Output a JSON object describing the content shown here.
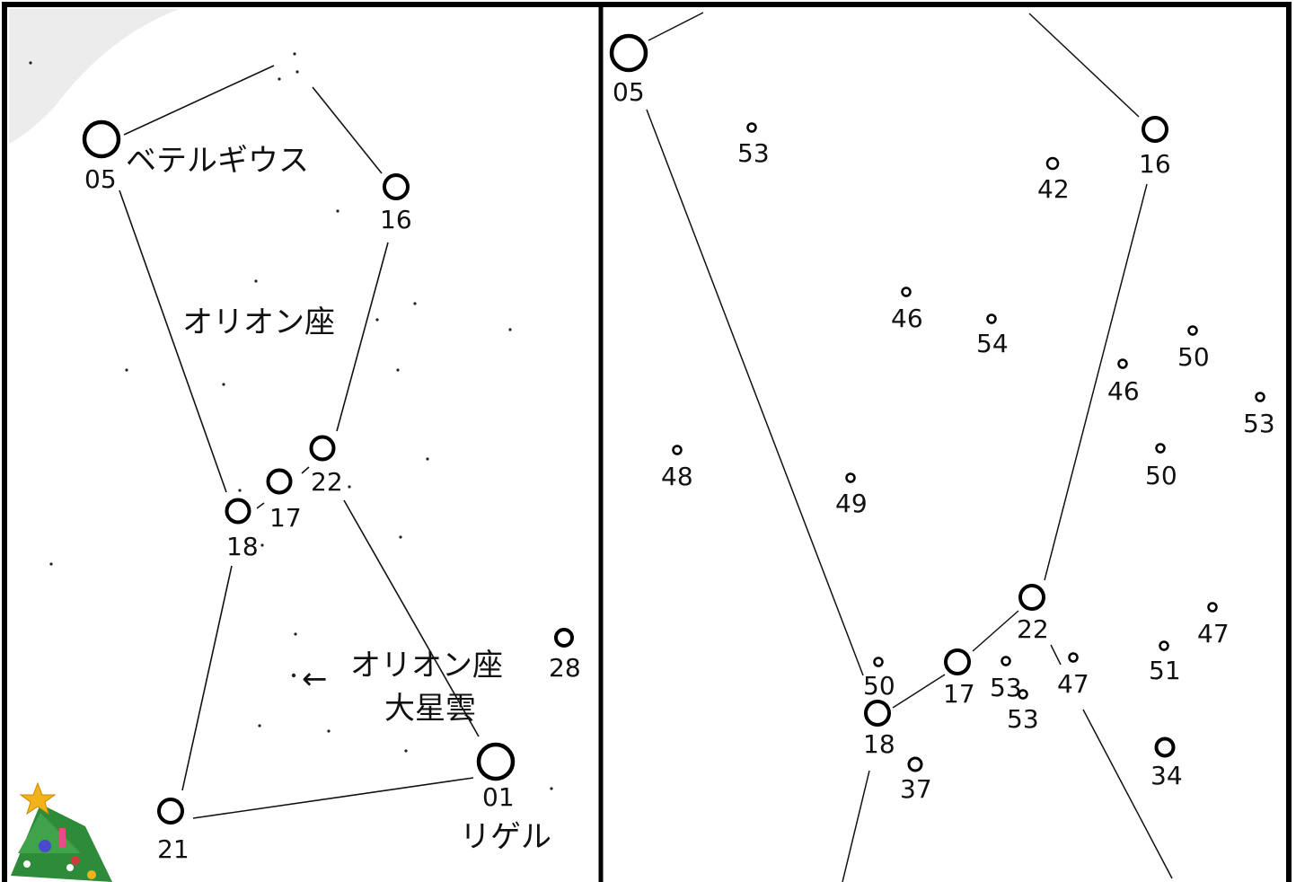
{
  "left_panel": {
    "names": {
      "betelgeuse": "ベテルギウス",
      "constellation": "オリオン座",
      "nebula_line1": "オリオン座",
      "nebula_line2": "大星雲",
      "nebula_arrow": "←",
      "rigel": "リゲル"
    },
    "stars": [
      {
        "id": "betelgeuse",
        "label": "05"
      },
      {
        "id": "bellatrix",
        "label": "16"
      },
      {
        "id": "mintaka",
        "label": "22"
      },
      {
        "id": "alnilam",
        "label": "17"
      },
      {
        "id": "alnitak",
        "label": "18"
      },
      {
        "id": "saiph",
        "label": "21"
      },
      {
        "id": "rigel",
        "label": "01"
      },
      {
        "id": "star-28",
        "label": "28"
      }
    ]
  },
  "right_panel": {
    "stars": [
      {
        "id": "betelgeuse",
        "label": "05"
      },
      {
        "id": "bellatrix",
        "label": "16"
      },
      {
        "id": "s42",
        "label": "42"
      },
      {
        "id": "s53a",
        "label": "53"
      },
      {
        "id": "s46a",
        "label": "46"
      },
      {
        "id": "s54",
        "label": "54"
      },
      {
        "id": "s50a",
        "label": "50"
      },
      {
        "id": "s46b",
        "label": "46"
      },
      {
        "id": "s53b",
        "label": "53"
      },
      {
        "id": "s48",
        "label": "48"
      },
      {
        "id": "s49",
        "label": "49"
      },
      {
        "id": "s50b",
        "label": "50"
      },
      {
        "id": "mintaka",
        "label": "22"
      },
      {
        "id": "s47a",
        "label": "47"
      },
      {
        "id": "alnilam",
        "label": "17"
      },
      {
        "id": "s53c",
        "label": "53"
      },
      {
        "id": "s53d",
        "label": "53"
      },
      {
        "id": "s47b",
        "label": "47"
      },
      {
        "id": "s51",
        "label": "51"
      },
      {
        "id": "s50c",
        "label": "50"
      },
      {
        "id": "alnitak",
        "label": "18"
      },
      {
        "id": "s37",
        "label": "37"
      },
      {
        "id": "s34",
        "label": "34"
      }
    ]
  },
  "colors": {
    "ink": "#111111",
    "background": "#ffffff",
    "frame": "#000000",
    "tree_green": "#2e8b3a",
    "tree_star": "#f2b21c"
  },
  "icons": {
    "decoration": "christmas-tree-icon"
  }
}
